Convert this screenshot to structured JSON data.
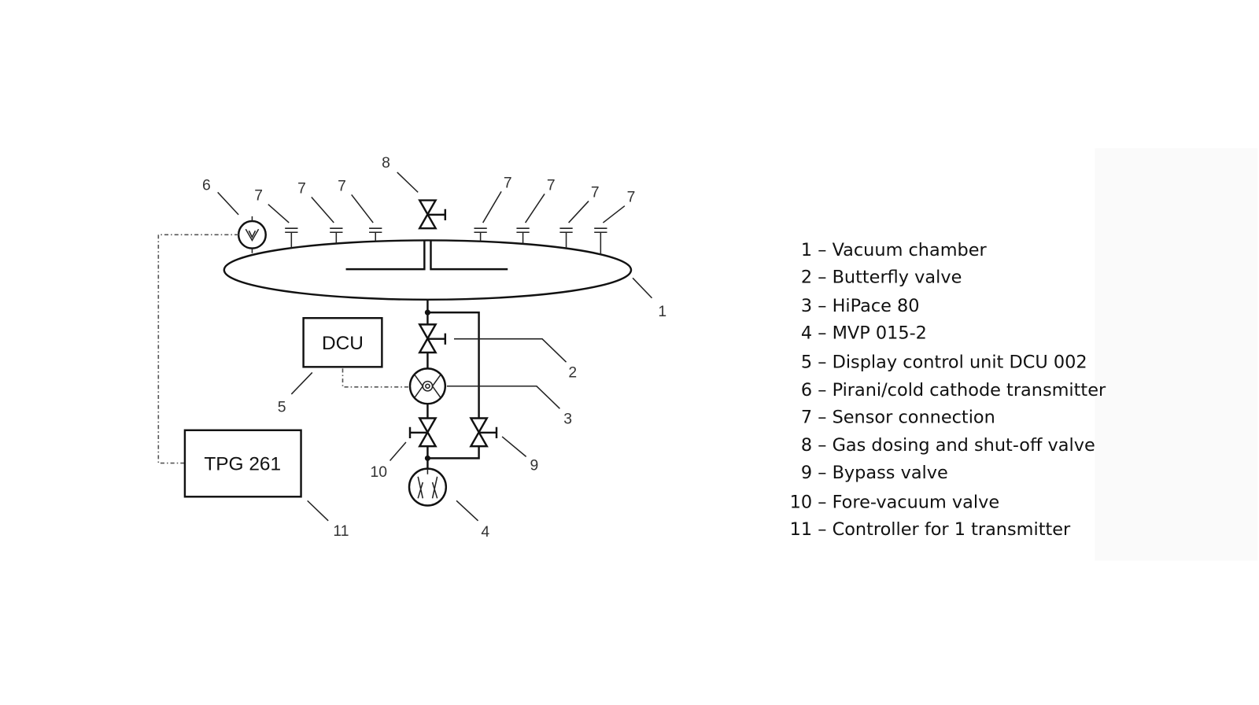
{
  "diagram": {
    "boxes": {
      "dcu": "DCU",
      "tpg": "TPG 261"
    },
    "callouts": {
      "c1": "1",
      "c2": "2",
      "c3": "3",
      "c4": "4",
      "c5": "5",
      "c6": "6",
      "c7": "7",
      "c8": "8",
      "c9": "9",
      "c10": "10",
      "c11": "11"
    }
  },
  "legend": {
    "items": [
      {
        "num": "1",
        "text": "– Vacuum chamber"
      },
      {
        "num": "2",
        "text": "– Butterfly valve"
      },
      {
        "num": "3",
        "text": "– HiPace 80"
      },
      {
        "num": "4",
        "text": "– MVP 015-2"
      },
      {
        "num": "5",
        "text": "– Display control unit DCU 002"
      },
      {
        "num": "6",
        "text": "– Pirani/cold cathode transmitter"
      },
      {
        "num": "7",
        "text": "– Sensor connection"
      },
      {
        "num": "8",
        "text": "– Gas dosing and shut-off valve"
      },
      {
        "num": "9",
        "text": "– Bypass valve"
      },
      {
        "num": "10",
        "text": "– Fore-vacuum valve"
      },
      {
        "num": "11",
        "text": "– Controller for 1 transmitter"
      }
    ]
  }
}
